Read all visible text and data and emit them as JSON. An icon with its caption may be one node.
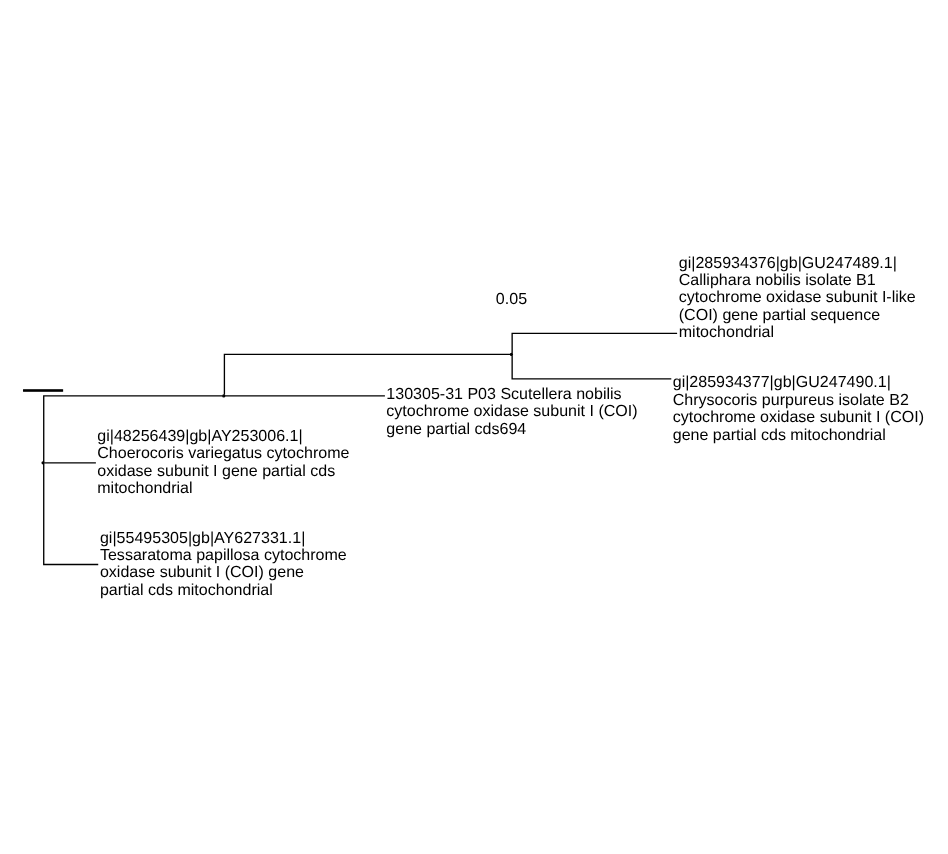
{
  "diagram": {
    "nodes": [
      {
        "text": [],
        "shape": "point"
      },
      {
        "text": [],
        "shape": "point"
      },
      {
        "text": [],
        "shape": "point"
      },
      {
        "text": [
          "gi|285934376|gb|GU247489.1| Calliphara nobilis isolate B1 cytochrome oxidase subunit I-like (COI) gene partial sequence mitochondrial"
        ]
      },
      {
        "text": [
          "gi|285934377|gb|GU247490.1| Chrysocoris purpureus isolate B2 cytochrome oxidase subunit I (COI) gene partial cds mitochondrial"
        ]
      },
      {
        "text": [
          "130305-31 P03 Scutellera nobilis cytochrome oxidase subunit I (COI) gene partial cds694"
        ]
      },
      {
        "text": [
          "gi|48256439|gb|AY253006.1| Choerocoris variegatus cytochrome oxidase subunit I gene partial cds mitochondrial"
        ]
      },
      {
        "text": [
          "gi|55495305|gb|AY627331.1| Tessaratoma papillosa cytochrome oxidase subunit I (COI) gene partial cds mitochondrial"
        ]
      }
    ],
    "edges": [
      {
        "from": 0,
        "to": 1,
        "arrow": "none"
      },
      {
        "from": 1,
        "to": 2,
        "arrow": "none"
      },
      {
        "from": 2,
        "to": 3,
        "arrow": "none"
      },
      {
        "from": 2,
        "to": 4,
        "arrow": "none"
      },
      {
        "from": 1,
        "to": 5,
        "arrow": "none"
      },
      {
        "from": 0,
        "to": 6,
        "arrow": "none"
      },
      {
        "from": 0,
        "to": 7,
        "arrow": "none"
      }
    ],
    "labels": [
      "0.05"
    ]
  }
}
